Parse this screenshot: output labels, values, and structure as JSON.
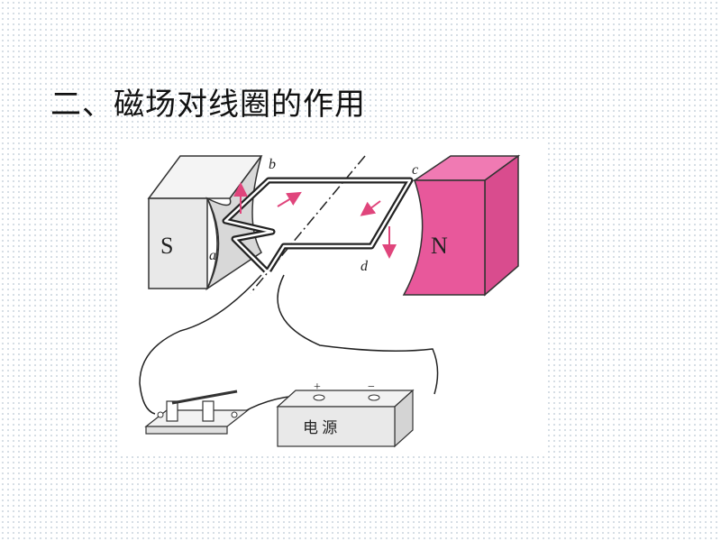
{
  "slide": {
    "title": "二、磁场对线圈的作用"
  },
  "diagram": {
    "magnet_left_label": "S",
    "magnet_right_label": "N",
    "point_a": "a",
    "point_b": "b",
    "point_c": "c",
    "point_d": "d",
    "battery_plus": "+",
    "battery_minus": "−",
    "battery_label": "电 源",
    "colors": {
      "magnet_n": "#e8589b",
      "magnet_s": "#e6e6e6",
      "arrow": "#e0457c",
      "wire": "#222222"
    }
  }
}
